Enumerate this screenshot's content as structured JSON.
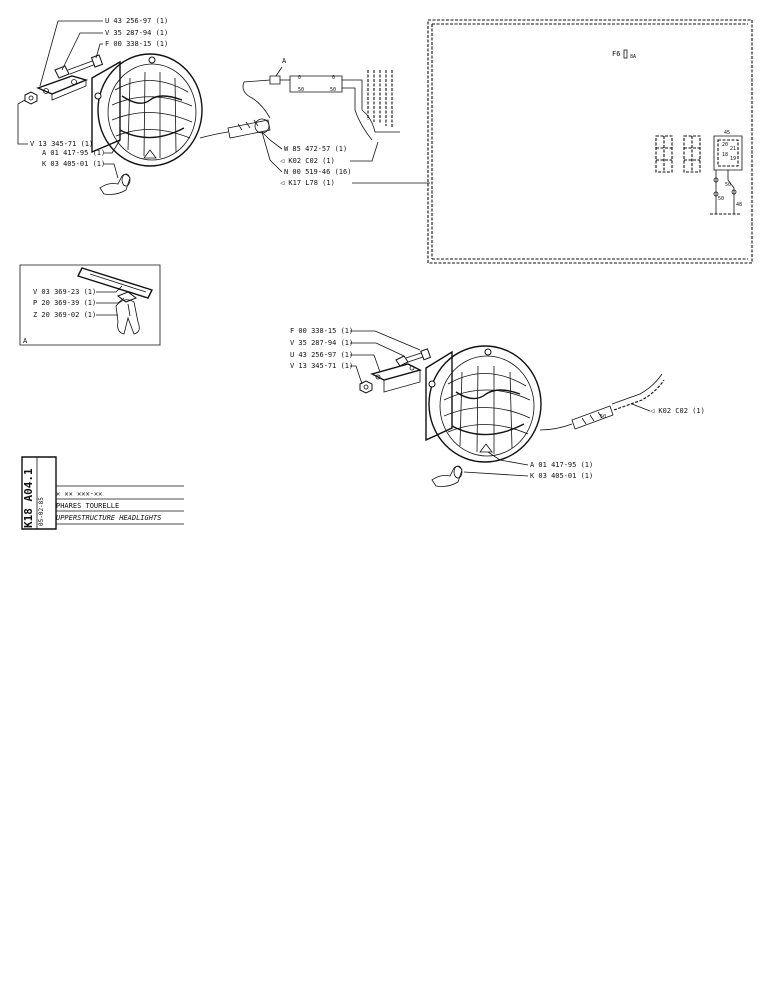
{
  "callout_a": "A",
  "top_assembly": {
    "labels": [
      "U 43 256-97 (1)",
      "V 35 287-94 (1)",
      "F 00 338-15 (1)",
      "V 13 345-71 (1)",
      "A 01 417-95 (1)",
      "K 03 405-01 (1)"
    ],
    "connector_labels": [
      "W 85 472-57 (1)",
      "◁ K02  C02 (1)",
      "N 00 519-46 (16)",
      "◁ K17  L78 (1)"
    ],
    "wire_numbers": [
      "0",
      "0",
      "50",
      "50"
    ]
  },
  "schematic": {
    "fuse_label": "F6",
    "fuse_rating": "8A",
    "block_number": "45",
    "terminals": [
      "20",
      "18",
      "21",
      "19",
      "50",
      "50",
      "48"
    ]
  },
  "detail_a": {
    "letter": "A",
    "labels": [
      "V 03 369-23 (1)",
      "P 20 369-39 (1)",
      "Z 20 369-02 (1)"
    ]
  },
  "bottom_assembly": {
    "labels": [
      "F 00 338-15 (1)",
      "V 35 287-94 (1)",
      "U 43 256-97 (1)",
      "V 13 345-71 (1)",
      "◁ K02  C02 (1)",
      "A 01 417-95 (1)",
      "K 03 405-01 (1)"
    ],
    "wire_number": "50"
  },
  "title_block": {
    "code": "K18 A04.1",
    "date": "05-02-85",
    "marks": "✕ ✕✕ ✕✕✕-✕✕",
    "title_fr": "PHARES TOURELLE",
    "title_en": "UPPERSTRUCTURE  HEADLIGHTS"
  }
}
